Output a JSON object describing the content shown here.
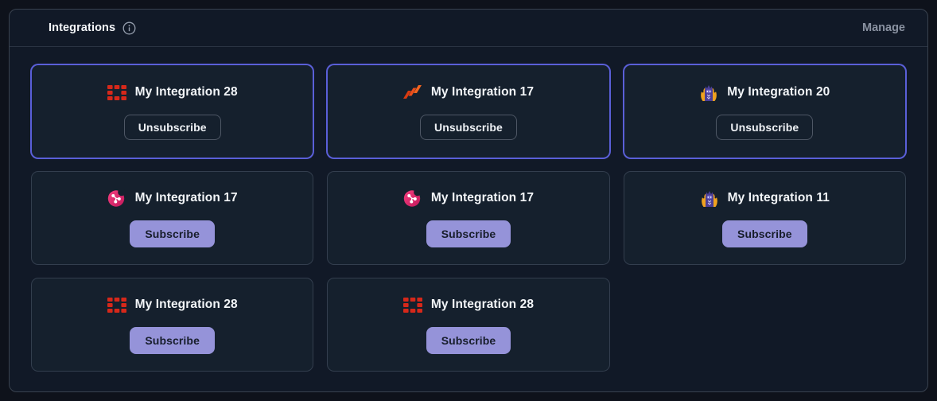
{
  "header": {
    "title": "Integrations",
    "manage_label": "Manage"
  },
  "colors": {
    "page_bg": "#0e121b",
    "panel_bg": "#111927",
    "card_bg": "#15202d",
    "card_border": "#333e4e",
    "subscribed_border": "#5a5fd8",
    "subscribe_button_bg": "#9593d9",
    "subscribe_button_text": "#171d2b",
    "unsubscribe_button_border": "#4e5765",
    "title_text": "#f2f5f8",
    "manage_text": "#8a92a1",
    "brand_red": "#d6281a",
    "brand_orange": "#ea4e1b",
    "brand_pink": "#e0246d",
    "brand_purple": "#4a3e96"
  },
  "cards": [
    {
      "name": "My Integration 28",
      "icon": "red-tile-grid-icon",
      "action": "Unsubscribe",
      "subscribed": true
    },
    {
      "name": "My Integration 17",
      "icon": "orange-slashes-icon",
      "action": "Unsubscribe",
      "subscribed": true
    },
    {
      "name": "My Integration 20",
      "icon": "purple-mascot-icon",
      "action": "Unsubscribe",
      "subscribed": true
    },
    {
      "name": "My Integration 17",
      "icon": "pink-molecule-icon",
      "action": "Subscribe",
      "subscribed": false
    },
    {
      "name": "My Integration 17",
      "icon": "pink-molecule-icon",
      "action": "Subscribe",
      "subscribed": false
    },
    {
      "name": "My Integration 11",
      "icon": "purple-mascot-icon",
      "action": "Subscribe",
      "subscribed": false
    },
    {
      "name": "My Integration 28",
      "icon": "red-tile-grid-icon",
      "action": "Subscribe",
      "subscribed": false
    },
    {
      "name": "My Integration 28",
      "icon": "red-tile-grid-icon",
      "action": "Subscribe",
      "subscribed": false
    }
  ]
}
